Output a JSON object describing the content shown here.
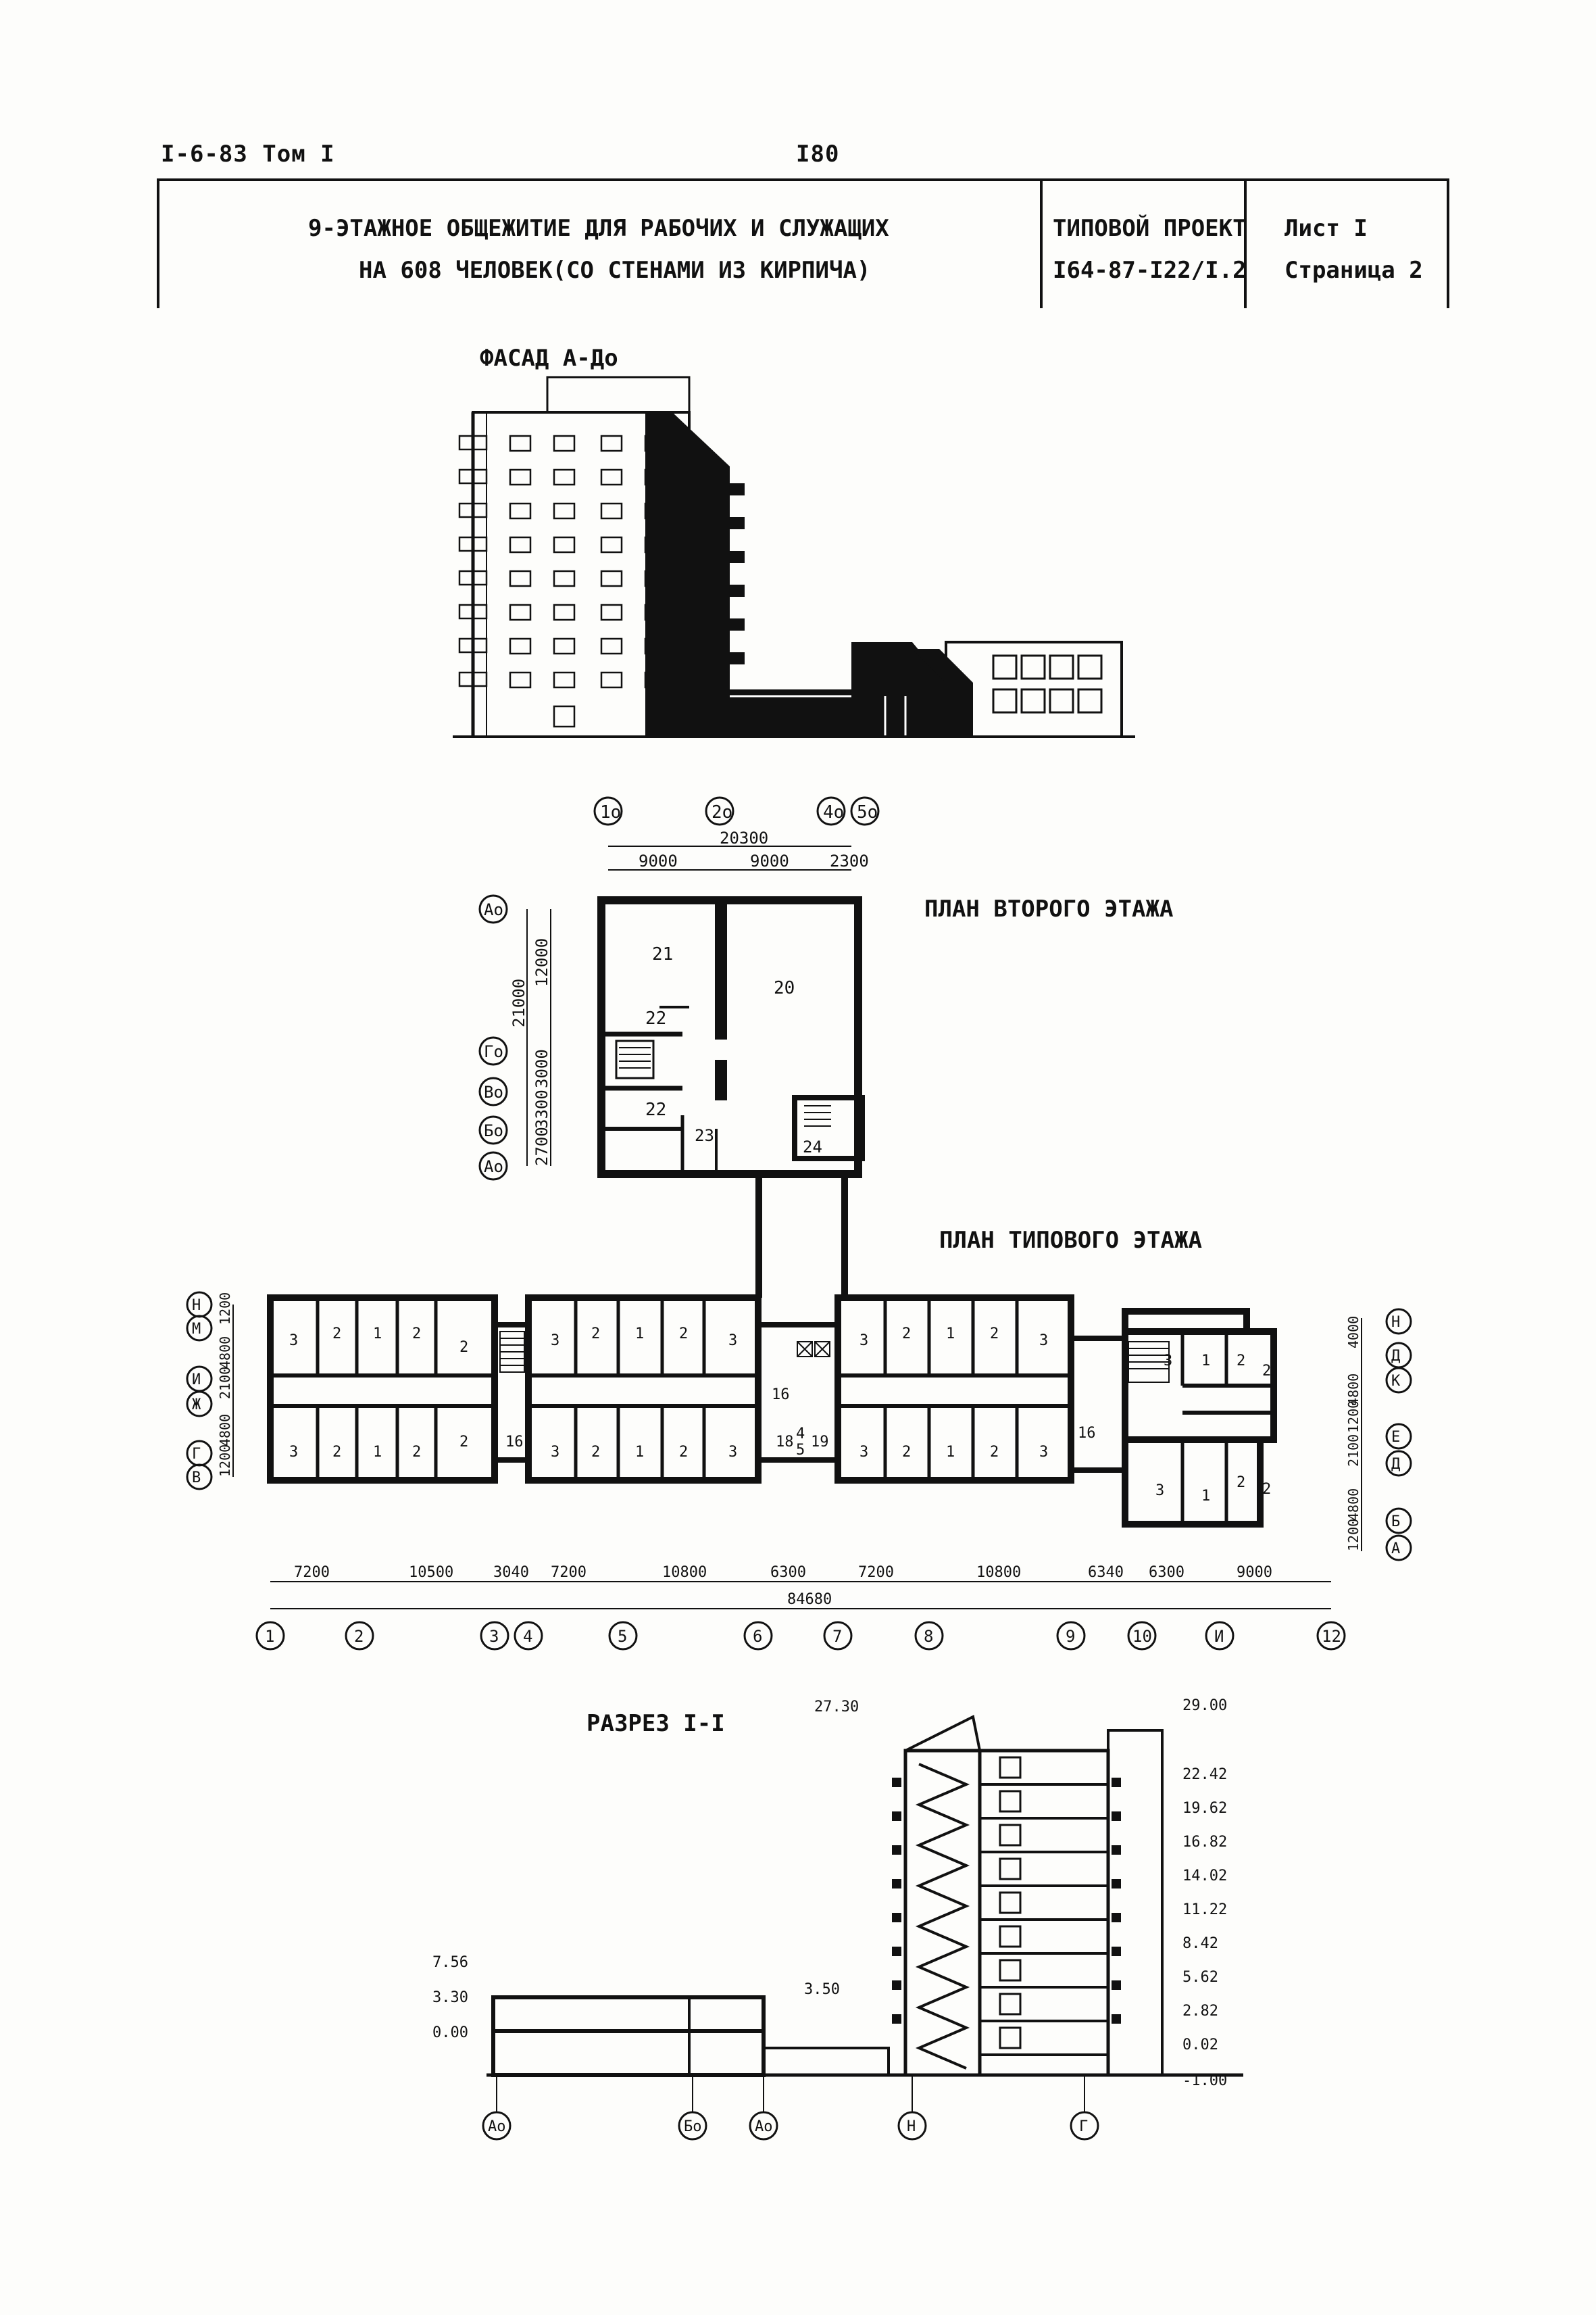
{
  "header": {
    "series": "I-6-83 Том I",
    "page_number": "I80"
  },
  "title_block": {
    "title_line1": "9-ЭТАЖНОЕ ОБЩЕЖИТИЕ ДЛЯ РАБОЧИХ И СЛУЖАЩИХ",
    "title_line2": "НА 608 ЧЕЛОВЕК(СО СТЕНАМИ ИЗ КИРПИЧА)",
    "project_label": "ТИПОВОЙ ПРОЕКТ",
    "project_code": "I64-87-I22/I.2",
    "sheet": "Лист I",
    "page": "Страница 2"
  },
  "facade": {
    "title": "ФАСАД А-До"
  },
  "second_floor": {
    "title": "ПЛАН ВТОРОГО ЭТАЖА",
    "axes_top": [
      "1о",
      "2о",
      "4о",
      "5о"
    ],
    "axes_left": [
      "Ао",
      "Го",
      "Во",
      "Бо",
      "Ао"
    ],
    "dims_top_total": "20300",
    "dims_top": [
      "9000",
      "9000",
      "2300"
    ],
    "dims_left_total": "21000",
    "dims_left": [
      "12000",
      "3000",
      "3300",
      "2700"
    ],
    "rooms": [
      "21",
      "20",
      "22",
      "22",
      "23",
      "24"
    ]
  },
  "typical_floor": {
    "title": "ПЛАН ТИПОВОГО ЭТАЖА",
    "axes_bottom": [
      "1",
      "2",
      "3",
      "4",
      "5",
      "6",
      "7",
      "8",
      "9",
      "10",
      "И",
      "12"
    ],
    "axes_left": [
      "Н",
      "М",
      "И",
      "Ж",
      "Г",
      "В"
    ],
    "axes_right": [
      "Н",
      "Д",
      "К",
      "Е",
      "Д",
      "Б",
      "А"
    ],
    "dims_left": [
      "1200",
      "4800",
      "2100",
      "4800",
      "1200"
    ],
    "dims_right": [
      "4000",
      "4800",
      "1200",
      "2100",
      "4800",
      "1200"
    ],
    "dims_bottom": [
      "7200",
      "10500",
      "3040",
      "7200",
      "10800",
      "6300",
      "7200",
      "10800",
      "6340",
      "6300",
      "9000"
    ],
    "dims_bottom_total": "84680",
    "room_labels": [
      "3",
      "2",
      "1",
      "2",
      "2",
      "3",
      "2",
      "1",
      "2",
      "3",
      "3",
      "2",
      "1",
      "2",
      "3",
      "16",
      "16",
      "16",
      "18",
      "4",
      "5",
      "19",
      "3",
      "2",
      "1",
      "2",
      "2",
      "3",
      "2",
      "1",
      "2",
      "3",
      "3",
      "2",
      "1",
      "2",
      "3",
      "3",
      "1",
      "2",
      "2",
      "3",
      "1",
      "2",
      "2"
    ]
  },
  "section": {
    "title": "РАЗРЕЗ I-I",
    "elevations_left": [
      "7.56",
      "3.30",
      "0.00"
    ],
    "elevation_mid": "3.50",
    "elevation_top": "27.30",
    "elevations_right": [
      "29.00",
      "22.42",
      "19.62",
      "16.82",
      "14.02",
      "11.22",
      "8.42",
      "5.62",
      "2.82",
      "0.02",
      "-1.00"
    ],
    "axes": [
      "Ао",
      "Бо",
      "Ао",
      "Н",
      "Г"
    ]
  }
}
